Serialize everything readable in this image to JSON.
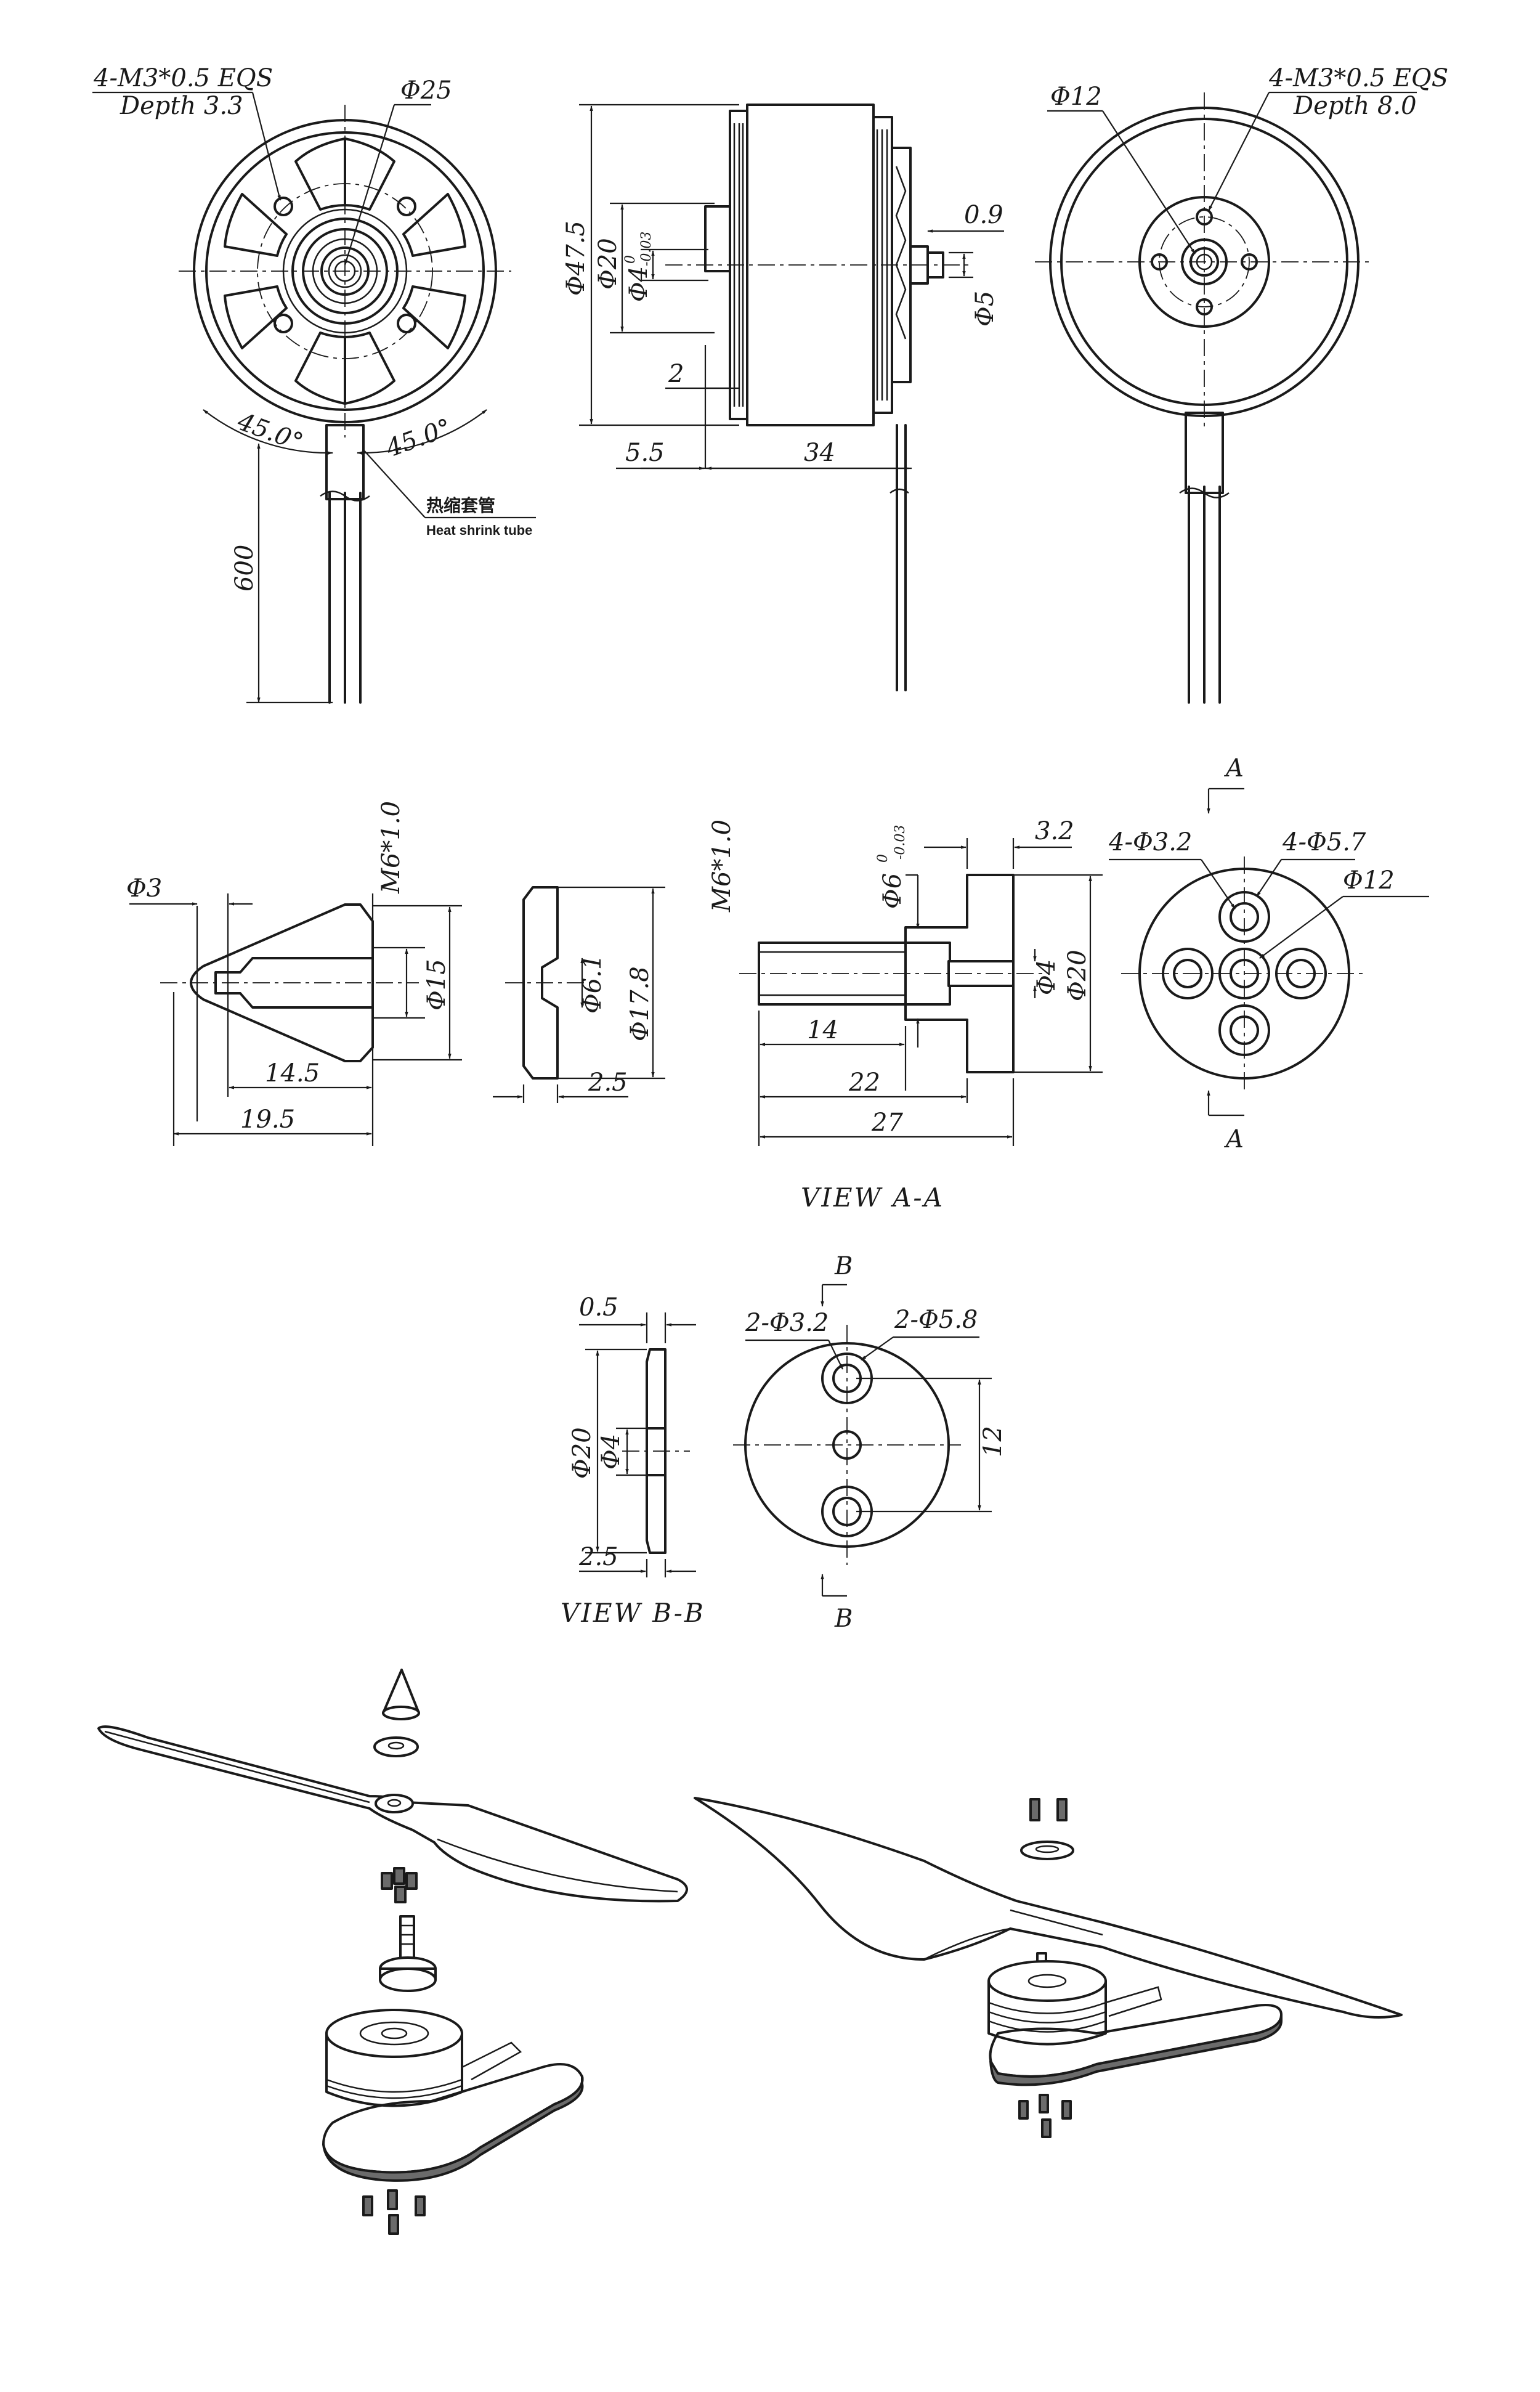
{
  "motor_front": {
    "mount_note_line1": "4-M3*0.5 EQS",
    "mount_note_line2": "Depth 3.3",
    "dia_25": "Φ25",
    "angle_left": "45.0°",
    "angle_right": "45.0°",
    "lead_length": "600",
    "heat_shrink_cn": "热缩套管",
    "heat_shrink_en": "Heat shrink tube"
  },
  "motor_side": {
    "dia_47_5": "Φ47.5",
    "dia_20": "Φ20",
    "dia_4_main": "Φ4",
    "dia_4_tol_top": "0",
    "dia_4_tol_bottom": "-0.03",
    "dim_0_9": "0.9",
    "dia_5": "Φ5",
    "dim_2": "2",
    "dim_5_5": "5.5",
    "dim_34": "34"
  },
  "motor_back": {
    "dia_12": "Φ12",
    "mount_note_line1": "4-M3*0.5 EQS",
    "mount_note_line2": "Depth 8.0"
  },
  "spinner": {
    "dia_3": "Φ3",
    "thread": "M6*1.0",
    "dia_15": "Φ15",
    "len_14_5": "14.5",
    "len_19_5": "19.5"
  },
  "washer": {
    "dia_6_1": "Φ6.1",
    "dia_17_8": "Φ17.8",
    "thickness": "2.5"
  },
  "prop_adapter": {
    "thread": "M6*1.0",
    "dia_6_main": "Φ6",
    "dia_6_tol_top": "0",
    "dia_6_tol_bottom": "-0.03",
    "flange_3_2": "3.2",
    "dia_4": "Φ4",
    "dia_20": "Φ20",
    "len_14": "14",
    "len_22": "22",
    "len_27": "27"
  },
  "view_aa": {
    "section_top": "A",
    "section_bottom": "A",
    "holes_small": "4-Φ3.2",
    "holes_large": "4-Φ5.7",
    "dia_12": "Φ12",
    "caption": "VIEW A-A"
  },
  "view_bb": {
    "dim_0_5": "0.5",
    "dia_20": "Φ20",
    "dia_4": "Φ4",
    "dim_2_5": "2.5",
    "section_top": "B",
    "section_bottom": "B",
    "holes_small": "2-Φ3.2",
    "holes_large": "2-Φ5.8",
    "dim_12": "12",
    "caption": "VIEW B-B"
  },
  "colors": {
    "line": "#1a1a1a",
    "carbon_fill": "#6b6b6b",
    "background": "#ffffff"
  }
}
